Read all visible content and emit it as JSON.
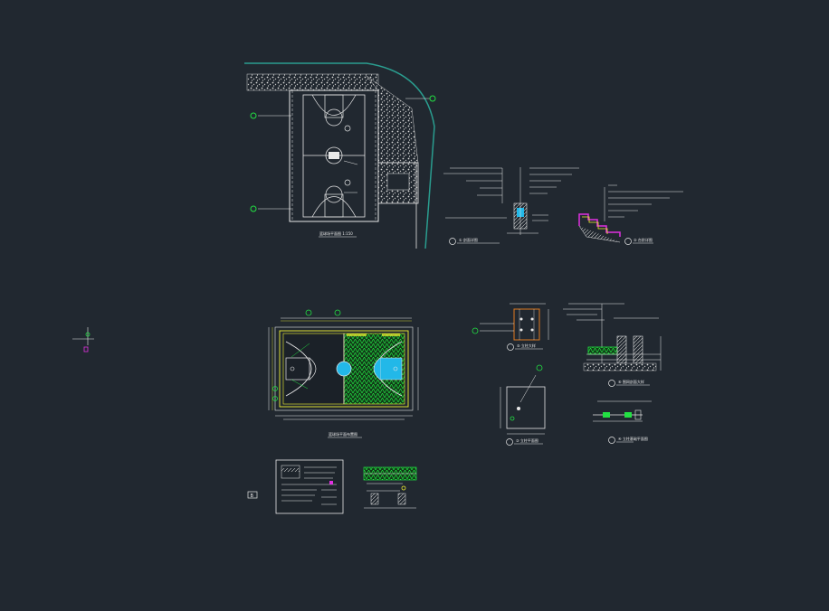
{
  "canvas": {
    "background": "#212830",
    "colors": {
      "line": "#e8e8e8",
      "green": "#22e043",
      "yellow": "#f0f030",
      "cyan": "#22b8e8",
      "magenta": "#e030e0",
      "orange": "#e07a20",
      "teal": "#2a9d8f"
    }
  },
  "drawing": {
    "court_plan_title": "篮球场平面图 1:150",
    "court_layout_title": "篮球场平面布置图",
    "fence_detail_title": "围网立面图",
    "section_1_title": "① 剖面详图",
    "section_2_title": "② 台阶详图",
    "section_3_title": "③ 立柱平面图",
    "section_4_title": "④ 立柱基础平面图",
    "section_5_title": "⑤ 立柱大样",
    "section_6_title": "⑥ 围网剖面大样",
    "section_7_title": "⑦ 排水沟",
    "sheet_marker": "B"
  }
}
